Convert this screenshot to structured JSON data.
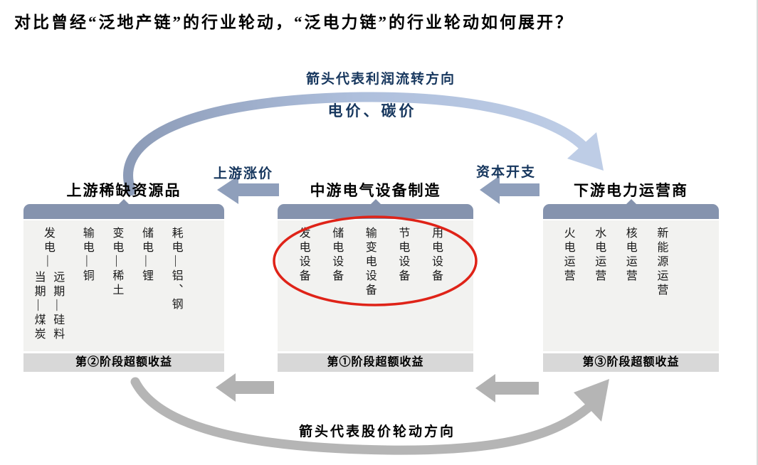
{
  "title": "对比曾经“泛地产链”的行业轮动，“泛电力链”的行业轮动如何展开？",
  "annotations": {
    "top_arc_label": "箭头代表利润流转方向",
    "top_arc_sublabel": "电价、碳价",
    "left_arrow_label": "上游涨价",
    "right_arrow_label": "资本开支",
    "bottom_arc_label": "箭头代表股价轮动方向"
  },
  "boxes": [
    {
      "header": "上游稀缺资源品",
      "group": {
        "label": "发电—",
        "subitems": [
          "当期—煤炭",
          "远期—硅料"
        ]
      },
      "items": [
        "输电—铜",
        "变电—稀土",
        "储电—锂",
        "耗电—铝、钢"
      ],
      "footer": "第②阶段超额收益"
    },
    {
      "header": "中游电气设备制造",
      "items": [
        "发电设备",
        "储电设备",
        "输变电设备",
        "节电设备",
        "用电设备"
      ],
      "footer": "第①阶段超额收益",
      "highlight": "red-ellipse"
    },
    {
      "header": "下游电力运营商",
      "items": [
        "火电运营",
        "水电运营",
        "核电运营",
        "新能源运营"
      ],
      "footer": "第③阶段超额收益"
    }
  ],
  "colors": {
    "header_bar": "#8593AE",
    "box_body": "#F2F2F0",
    "footer_bar": "#D8D8D8",
    "navy_text": "#17375E",
    "arrow_blue": "#8F9FBB",
    "arrow_gray": "#B2B2B2",
    "arc_blue_light": "#BECDE6",
    "arc_blue_dark": "#8C9BB7",
    "highlight_red": "#DF2318"
  }
}
